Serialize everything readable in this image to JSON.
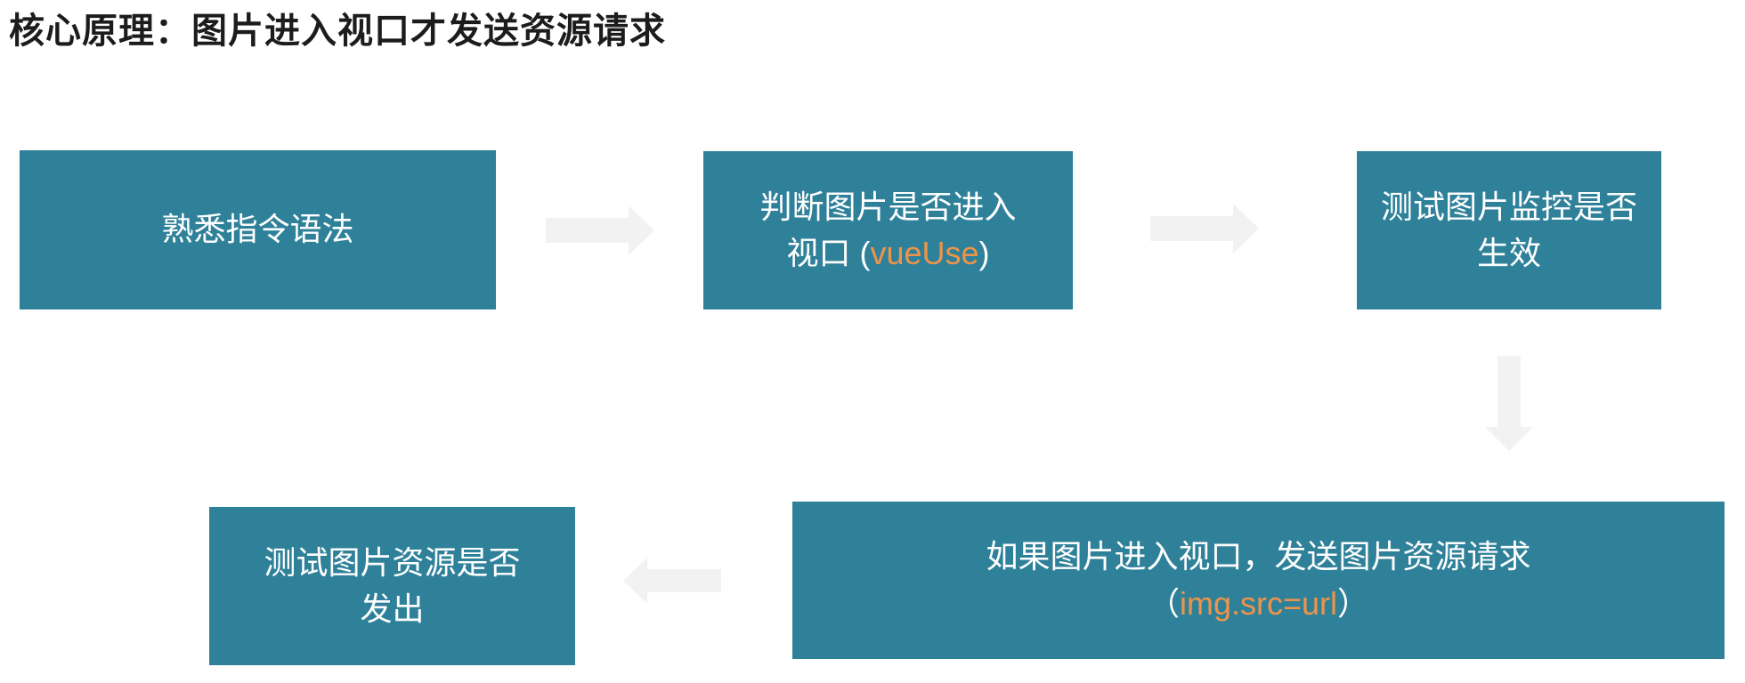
{
  "title": "核心原理：图片进入视口才发送资源请求",
  "colors": {
    "node_fill": "#2F819A",
    "node_text": "#FFFFFF",
    "highlight_text": "#ED9449",
    "arrow_fill": "#F2F2F2",
    "title_text": "#1C1C1C",
    "background": "#FFFFFF"
  },
  "flow": {
    "step1": {
      "label": "熟悉指令语法"
    },
    "step2": {
      "line1": "判断图片是否进入",
      "line2_prefix": "视口 (",
      "line2_highlight": "vueUse",
      "line2_suffix": ")"
    },
    "step3": {
      "line1": "测试图片监控是否",
      "line2": "生效"
    },
    "step4": {
      "line1": "如果图片进入视口，发送图片资源请求",
      "line2_prefix": "（",
      "line2_highlight": "img.src=url",
      "line2_suffix": "）"
    },
    "step5": {
      "line1": "测试图片资源是否",
      "line2": "发出"
    },
    "arrows": [
      "right",
      "right",
      "down",
      "left"
    ]
  }
}
